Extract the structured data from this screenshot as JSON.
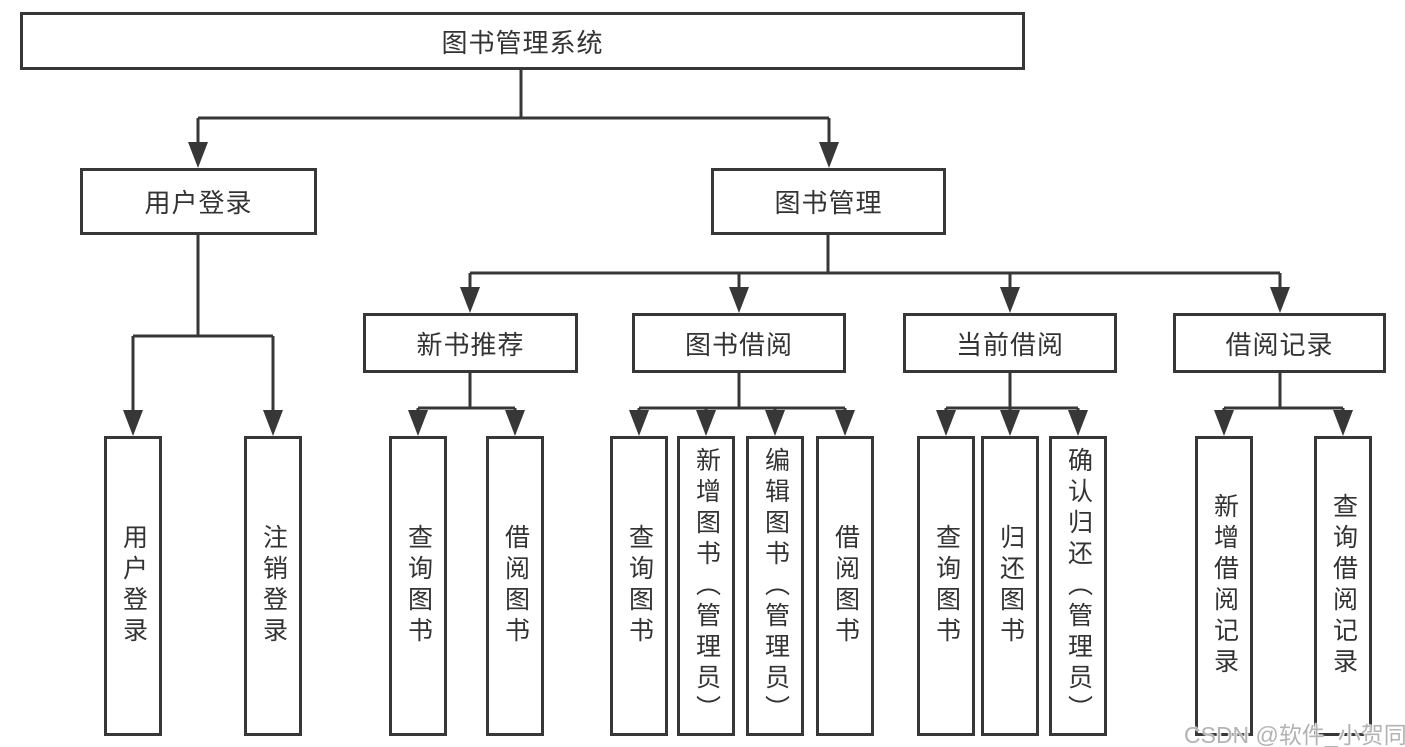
{
  "tree": {
    "label": "图书管理系统",
    "children": [
      {
        "label": "用户登录",
        "children": [
          {
            "label": "用户登录"
          },
          {
            "label": "注销登录"
          }
        ]
      },
      {
        "label": "图书管理",
        "children": [
          {
            "label": "新书推荐",
            "children": [
              {
                "label": "查询图书"
              },
              {
                "label": "借阅图书"
              }
            ]
          },
          {
            "label": "图书借阅",
            "children": [
              {
                "label": "查询图书"
              },
              {
                "label": "新增图书（管理员）"
              },
              {
                "label": "编辑图书（管理员）"
              },
              {
                "label": "借阅图书"
              }
            ]
          },
          {
            "label": "当前借阅",
            "children": [
              {
                "label": "查询图书"
              },
              {
                "label": "归还图书"
              },
              {
                "label": "确认归还（管理员）"
              }
            ]
          },
          {
            "label": "借阅记录",
            "children": [
              {
                "label": "新增借阅记录"
              },
              {
                "label": "查询借阅记录"
              }
            ]
          }
        ]
      }
    ]
  },
  "watermark": {
    "text": "CSDN @软件_小贺同学"
  },
  "colors": {
    "line": "#373737",
    "box_border": "#373737",
    "text": "#333333",
    "watermark": "#b3b3b3",
    "background": "#ffffff"
  }
}
